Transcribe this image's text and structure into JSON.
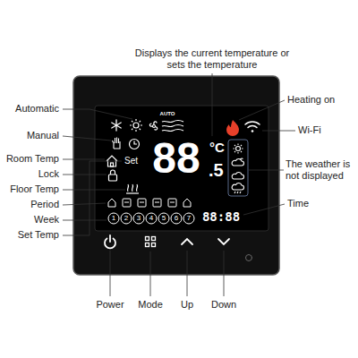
{
  "diagram": {
    "labels": [
      "Displays the current temperature or sets the temperature",
      "Heating on",
      "Wi-Fi",
      "The weather is not displayed",
      "Time",
      "Automatic",
      "Manual",
      "Room Temp",
      "Lock",
      "Floor Temp",
      "Period",
      "Week",
      "Set Temp",
      "Power",
      "Mode",
      "Up",
      "Down",
      "AUTO",
      "Set",
      "88",
      "°C",
      ".5",
      "88:88",
      "1",
      "2",
      "3",
      "4",
      "5",
      "6",
      "7"
    ]
  }
}
